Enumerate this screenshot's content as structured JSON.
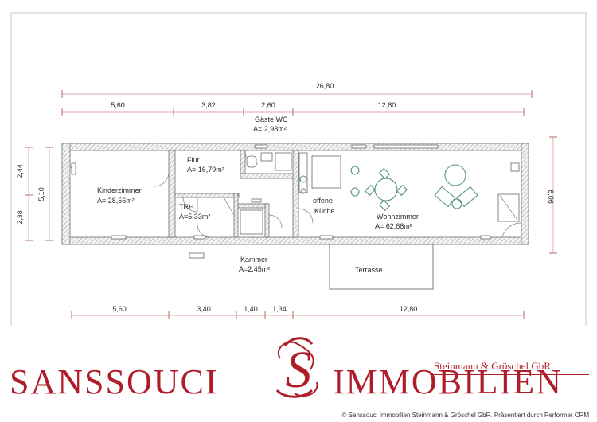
{
  "colors": {
    "brand_red": "#b01d2a",
    "dimension_red": "#d48a8a",
    "furniture_green": "#4a8a78"
  },
  "dimensions": {
    "overall_width": "26,80",
    "top": [
      "5,60",
      "3,82",
      "2,60",
      "12,80"
    ],
    "bottom": [
      "5,60",
      "3,40",
      "1,40",
      "1,34",
      "12,80"
    ],
    "left_outer": "5,10",
    "left_inner": [
      "2,44",
      "2,38"
    ],
    "right": "6,06"
  },
  "rooms": {
    "kinderzimmer": {
      "name": "Kinderzimmer",
      "area": "A= 28,56m²"
    },
    "flur": {
      "name": "Flur",
      "area": "A= 16,79m²"
    },
    "trh": {
      "name": "TRH",
      "area": "A=5,33m²"
    },
    "gaeste_wc": {
      "name": "Gäste WC",
      "area": "A= 2,98m²"
    },
    "kammer": {
      "name": "Kammer",
      "area": "A=2,45m²"
    },
    "kueche": {
      "line1": "offene",
      "line2": "Küche"
    },
    "wohnzimmer": {
      "name": "Wohnzimmer",
      "area": "A= 62,68m²"
    },
    "terrasse": {
      "name": "Terrasse"
    }
  },
  "brand": {
    "word_left": "SANSSOUCI",
    "word_right": "IMMOBILIEN",
    "monogram": "S",
    "company": "Steinmann & Gröschel GbR",
    "copyright": "© Sanssouci Immobilien Steinmann & Gröschel GbR. Präsentiert durch Performer CRM"
  }
}
